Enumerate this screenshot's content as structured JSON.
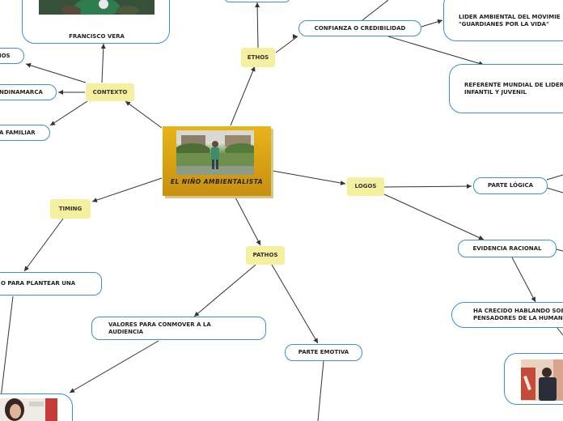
{
  "central": {
    "title": "EL NIÑO AMBIENTALISTA"
  },
  "main": {
    "contexto": "CONTEXTO",
    "ethos": "ETHOS",
    "logos": "LOGOS",
    "pathos": "PATHOS",
    "timing": "TIMING"
  },
  "contexto": {
    "francisco": "FRANCISCO VERA",
    "item1": "IOS",
    "item2": "NDINAMARCA",
    "item3": "A FAMILIAR"
  },
  "ethos": {
    "confianza": "CONFIANZA O CREDIBILIDAD",
    "lider": "LIDER AMBIENTAL DEL MOVIMIE \"GUARDIANES POR LA VIDA\"",
    "referente": "REFERENTE MUNDIAL DE LIDER INFANTIL Y JUVENIL"
  },
  "logos": {
    "parte_logica": "PARTE LÓGICA",
    "evidencia": "EVIDENCIA RACIONAL",
    "ha_crecido": "HA CRECIDO HABLANDO SOB PENSADORES DE LA HUMANI"
  },
  "pathos": {
    "valores": "VALORES PARA CONMOVER A LA AUDIENCIA",
    "emotiva": "PARTE EMOTIVA"
  },
  "timing": {
    "momento": "O PARA PLANTEAR UNA"
  },
  "colors": {
    "node_border": "#3a8fd6",
    "line": "#333333",
    "yellow": "#f5f0a0",
    "central": "#e0a814"
  }
}
